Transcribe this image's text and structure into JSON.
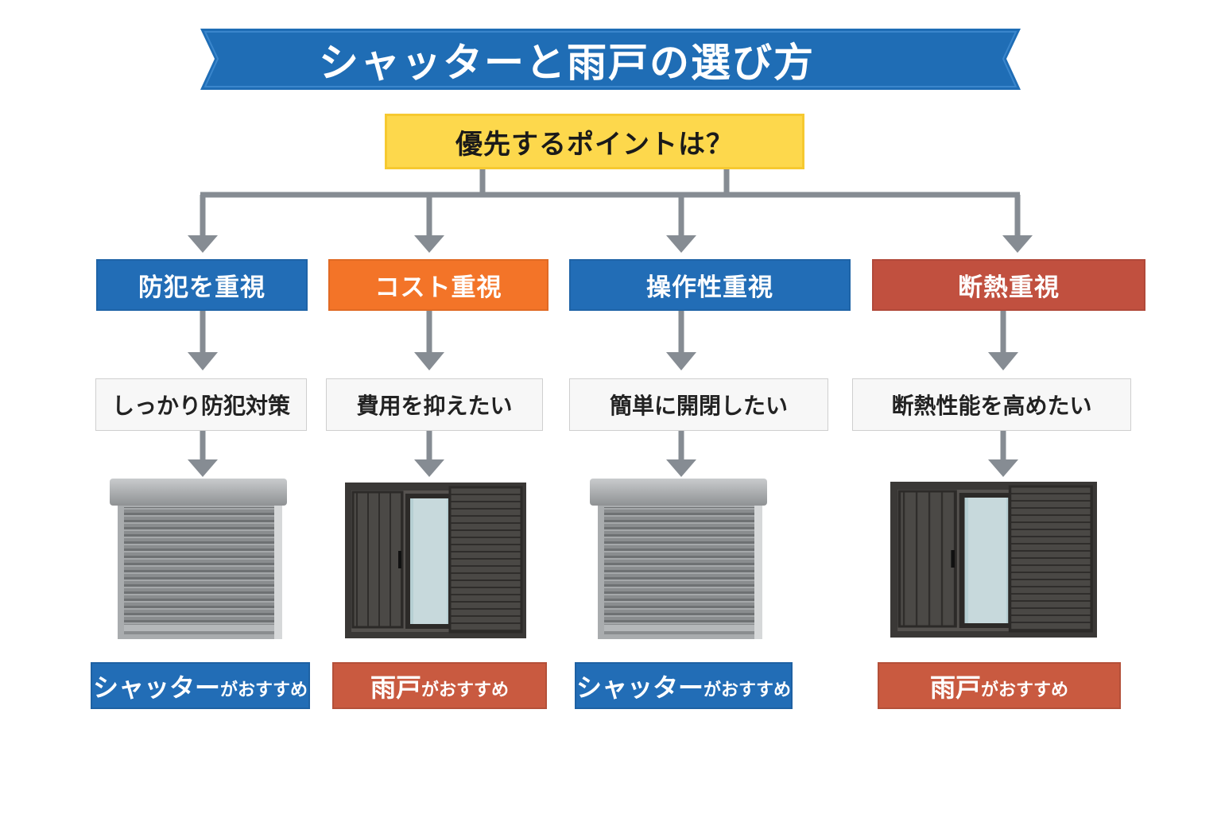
{
  "title": "シャッターと雨戸の選び方",
  "question": "優先するポイントは？",
  "colors": {
    "blue": "#226db6",
    "orange": "#f37428",
    "red": "#c1503f",
    "yellow": "#fdd84c",
    "connector": "#868c93"
  },
  "columns": [
    {
      "category": "防犯を重視",
      "need": "しっかり防犯対策",
      "product_icon": "shutter-image",
      "recommend_main": "シャッター",
      "recommend_suffix": "がおすすめ"
    },
    {
      "category": "コスト重視",
      "need": "費用を抑えたい",
      "product_icon": "amado-image",
      "recommend_main": "雨戸",
      "recommend_suffix": "がおすすめ"
    },
    {
      "category": "操作性重視",
      "need": "簡単に開閉したい",
      "product_icon": "shutter-image",
      "recommend_main": "シャッター",
      "recommend_suffix": "がおすすめ"
    },
    {
      "category": "断熱重視",
      "need": "断熱性能を高めたい",
      "product_icon": "amado-image",
      "recommend_main": "雨戸",
      "recommend_suffix": "がおすすめ"
    }
  ]
}
